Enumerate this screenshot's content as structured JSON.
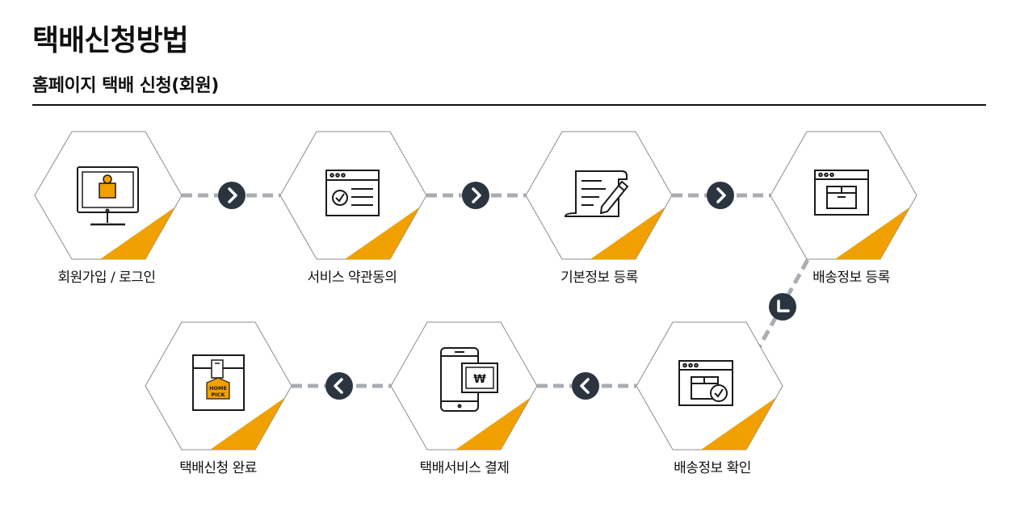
{
  "title": "택배신청방법",
  "subtitle": "홈페이지 택배 신청(회원)",
  "colors": {
    "accent": "#F0A000",
    "arrow_bg": "#2B3540",
    "connector": "#A9ADB3",
    "hex_border": "#8C8C8C"
  },
  "steps": [
    {
      "label": "회원가입 / 로그인",
      "icon": "monitor-user-icon"
    },
    {
      "label": "서비스 약관동의",
      "icon": "checklist-window-icon"
    },
    {
      "label": "기본정보 등록",
      "icon": "document-pen-icon"
    },
    {
      "label": "배송정보 등록",
      "icon": "box-window-icon"
    },
    {
      "label": "배송정보 확인",
      "icon": "box-check-window-icon"
    },
    {
      "label": "택배서비스 결제",
      "icon": "mobile-payment-icon"
    },
    {
      "label": "택배신청 완료",
      "icon": "home-pick-box-icon"
    }
  ],
  "box_logo_text": [
    "HOME",
    "PICK"
  ],
  "payment_symbol": "₩"
}
